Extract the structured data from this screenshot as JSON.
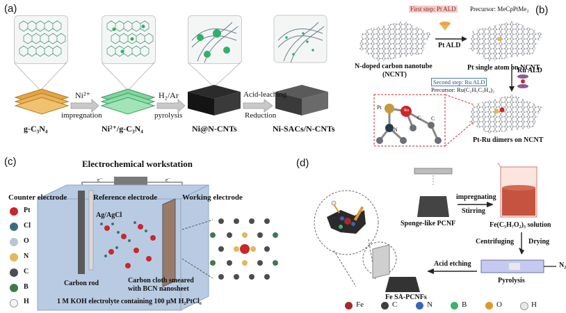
{
  "panel_a": {
    "label": "(a)",
    "steps": [
      {
        "name": "g-C₃N₄"
      },
      {
        "name": "Ni²⁺/g-C₃N₄"
      },
      {
        "name": "Ni@N-CNTs"
      },
      {
        "name": "Ni-SACs/N-CNTs"
      }
    ],
    "arrows": [
      {
        "top": "Ni²⁺",
        "bottom": "impregnation"
      },
      {
        "top": "H₂/Ar",
        "bottom": "pyrolysis"
      },
      {
        "top": "Acid-leaching",
        "bottom": "Reduction"
      }
    ]
  },
  "panel_b": {
    "label": "(b)",
    "first_step": "First step: Pt ALD",
    "precursor1": "Precursor:  MeCpPtMe₃",
    "pt_ald": "Pt ALD",
    "ncnt": "N-doped carbon nanotube",
    "ncnt2": "(NCNT)",
    "pt_single": "Pt single atom on NCNT",
    "ru_ald": "Ru ALD",
    "second_step": "Second step: Ru ALD",
    "precursor2": "Precursor:  Ru(C₂H₅C₅H₄)₂",
    "dimers": "Pt-Ru dimers on NCNT",
    "atom_pt": "Pt",
    "atom_ru": "Ru",
    "atom_n": "N",
    "atom_c1": "C",
    "atom_c2": "C"
  },
  "panel_c": {
    "label": "(c)",
    "workstation": "Electrochemical workstation",
    "counter": "Counter electrode",
    "reference": "Reference electrode",
    "working": "Working electrode",
    "agcl": "Ag/AgCl",
    "rod": "Carbon rod",
    "cloth1": "Carbon cloth smeared",
    "cloth2": "with BCN nanosheet",
    "electrolyte": "1 M KOH electrolyte containing 100 μM H₂PtCl₆",
    "e1": "e⁻",
    "e2": "e⁻",
    "legend": [
      {
        "sym": "Pt",
        "color": "#c8282a"
      },
      {
        "sym": "Cl",
        "color": "#3e6f78"
      },
      {
        "sym": "O",
        "color": "#b8c6d6"
      },
      {
        "sym": "N",
        "color": "#e3b75a"
      },
      {
        "sym": "C",
        "color": "#4a4d52"
      },
      {
        "sym": "B",
        "color": "#3f7a4a"
      },
      {
        "sym": "H",
        "color": "#f4f4f4"
      }
    ]
  },
  "panel_d": {
    "label": "(d)",
    "sponge": "Sponge-like PCNF",
    "impregnating": "impregnating",
    "stirring": "Stirring",
    "solution": "Fe(C₅H₇O₂)₃ solution",
    "centrifuging": "Centrifuging",
    "drying": "Drying",
    "acid": "Acid etching",
    "n2": "N₂",
    "pyrolysis": "Pyrolysis",
    "product": "Fe SA-PCNFs",
    "legend": [
      {
        "sym": "Fe",
        "color": "#a52a2a"
      },
      {
        "sym": "C",
        "color": "#3d3f42"
      },
      {
        "sym": "N",
        "color": "#3a64b8"
      },
      {
        "sym": "B",
        "color": "#3fb06a"
      },
      {
        "sym": "O",
        "color": "#e0982e"
      },
      {
        "sym": "H",
        "color": "#e9e9e9"
      }
    ]
  }
}
